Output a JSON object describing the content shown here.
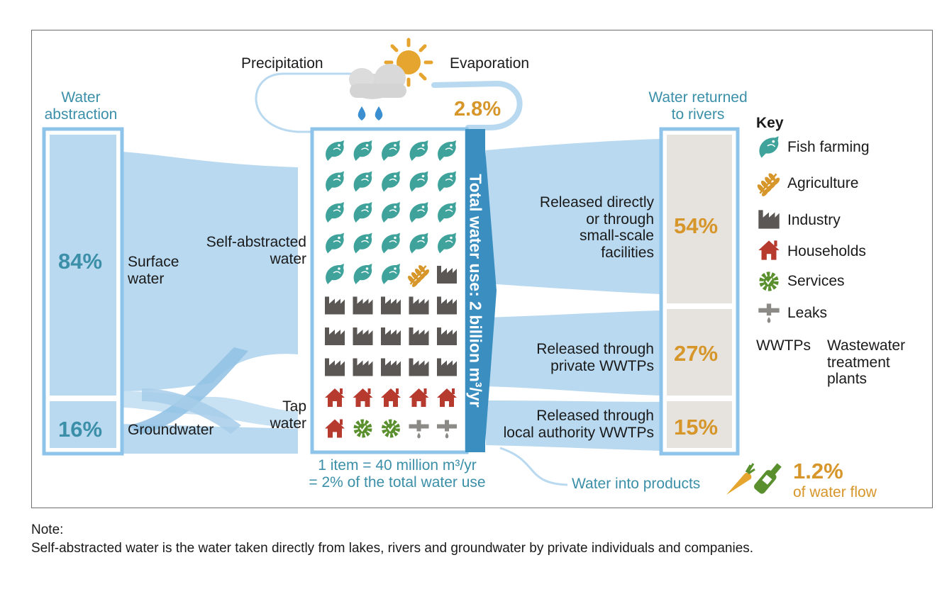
{
  "water_abstraction": {
    "title_line1": "Water",
    "title_line2": "abstraction",
    "surface_pct": "84%",
    "surface_label_line1": "Surface",
    "surface_label_line2": "water",
    "ground_pct": "16%",
    "ground_label": "Groundwater"
  },
  "cycle": {
    "precipitation": "Precipitation",
    "evaporation": "Evaporation",
    "evaporation_pct": "2.8%"
  },
  "water_use": {
    "self_abstracted_line1": "Self-abstracted",
    "self_abstracted_line2": "water",
    "tap_line1": "Tap",
    "tap_line2": "water",
    "total_label": "Total water use: 2 billion m³/yr",
    "item_note_line1": "1 item = 40 million m³/yr",
    "item_note_line2": "= 2% of the total water use",
    "grid": [
      [
        "fish",
        "fish",
        "fish",
        "fish",
        "fish"
      ],
      [
        "fish",
        "fish",
        "fish",
        "fish",
        "fish"
      ],
      [
        "fish",
        "fish",
        "fish",
        "fish",
        "fish"
      ],
      [
        "fish",
        "fish",
        "fish",
        "fish",
        "fish"
      ],
      [
        "fish",
        "fish",
        "fish",
        "agriculture",
        "industry"
      ],
      [
        "industry",
        "industry",
        "industry",
        "industry",
        "industry"
      ],
      [
        "industry",
        "industry",
        "industry",
        "industry",
        "industry"
      ],
      [
        "industry",
        "industry",
        "industry",
        "industry",
        "industry"
      ],
      [
        "household",
        "household",
        "household",
        "household",
        "household"
      ],
      [
        "household",
        "services",
        "services",
        "leaks",
        "leaks"
      ]
    ]
  },
  "returned": {
    "title_line1": "Water returned",
    "title_line2": "to rivers",
    "direct_line1": "Released directly",
    "direct_line2": "or through",
    "direct_line3": "small-scale",
    "direct_line4": "facilities",
    "direct_pct": "54%",
    "private_line1": "Released through",
    "private_line2": "private WWTPs",
    "private_pct": "27%",
    "local_line1": "Released through",
    "local_line2": "local authority WWTPs",
    "local_pct": "15%"
  },
  "products": {
    "label": "Water into products",
    "pct": "1.2%",
    "sub": "of water flow"
  },
  "key": {
    "title": "Key",
    "fish": "Fish farming",
    "agriculture": "Agriculture",
    "industry": "Industry",
    "households": "Households",
    "services": "Services",
    "leaks": "Leaks",
    "wwtp_abbr": "WWTPs",
    "wwtp_line1": "Wastewater",
    "wwtp_line2": "treatment",
    "wwtp_line3": "plants"
  },
  "note": {
    "title": "Note:",
    "text": "Self-abstracted water is the water taken directly from lakes, rivers and groundwater by private individuals and companies."
  },
  "colors": {
    "flow": "#b9d9f0",
    "teal": "#3b8fa8",
    "gold": "#d6962a",
    "fish": "#3fa39c",
    "industry": "#5a5754",
    "household": "#b73a2f",
    "services": "#5a8f2e",
    "leaks": "#8c8a87"
  }
}
